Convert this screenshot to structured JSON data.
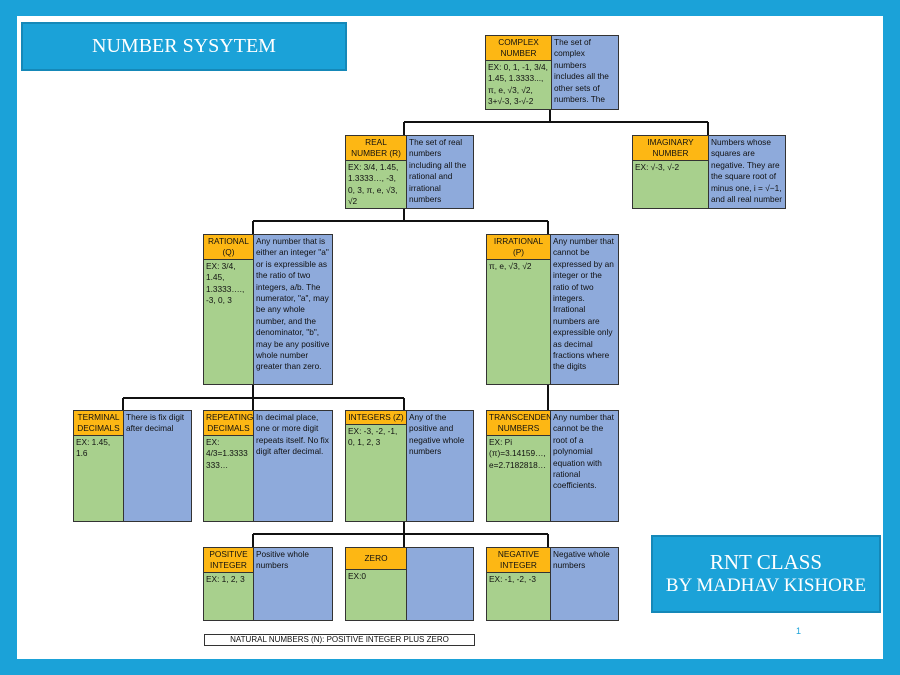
{
  "title": "NUMBER SYSYTEM",
  "credit": {
    "line1": "RNT CLASS",
    "line2": "BY MADHAV KISHORE"
  },
  "page_number": "1",
  "footnote": "NATURAL NUMBERS (N): POSITIVE INTEGER PLUS ZERO",
  "colors": {
    "frame": "#1ba2d8",
    "label": "#fdb714",
    "example": "#a8d08d",
    "description": "#8eaadb"
  },
  "nodes": {
    "complex": {
      "label": "COMPLEX NUMBER",
      "example": "EX: 0, 1, -1, 3/4, 1.45, 1.3333..., π, e, √3, √2, 3+√-3, 3-√-2",
      "description": "The set of complex numbers includes all the other sets of numbers. The"
    },
    "real": {
      "label": "REAL NUMBER (R)",
      "example": "EX: 3/4, 1.45, 1.3333…, -3, 0, 3, π, e, √3, √2",
      "description": "The set of real numbers including all the rational and irrational numbers"
    },
    "imaginary": {
      "label": "IMAGINARY NUMBER",
      "example": "EX: √-3, √-2",
      "description": "Numbers whose squares are negative. They are the square root of minus one, i = √−1, and all real number"
    },
    "rational": {
      "label": "RATIONAL (Q)",
      "example": "EX: 3/4, 1.45, 1.3333…., -3, 0, 3",
      "description": "Any number that is either an integer \"a\" or is expressible as the ratio of two integers, a/b. The numerator, \"a\", may be any whole number, and the denominator, \"b\", may be any positive whole number greater than zero."
    },
    "irrational": {
      "label": "IRRATIONAL (P)",
      "example": "π, e, √3, √2",
      "description": "Any number that cannot be expressed by an integer or the ratio of two integers. Irrational numbers are expressible only as decimal fractions where the digits"
    },
    "terminal": {
      "label": "TERMINAL DECIMALS",
      "example": "EX: 1.45, 1.6",
      "description": "There is fix digit after decimal"
    },
    "repeating": {
      "label": "REPEATING DECIMALS",
      "example": "EX: 4/3=1.3333333…",
      "description": "In decimal place, one or more digit repeats itself. No fix digit after decimal."
    },
    "integers": {
      "label": "INTEGERS (Z)",
      "example": "EX: -3, -2, -1, 0, 1, 2, 3",
      "description": "Any of the positive and negative whole numbers"
    },
    "transcendental": {
      "label": "TRANSCENDENTAL NUMBERS",
      "example": "EX: Pi (π)=3.14159…, e=2.7182818…",
      "description": "Any number that cannot be the root of a polynomial equation with rational coefficients."
    },
    "positive": {
      "label": "POSITIVE INTEGER",
      "example": "EX: 1, 2, 3",
      "description": "Positive whole numbers"
    },
    "zero": {
      "label": "ZERO",
      "example": "EX:0",
      "description": ""
    },
    "negative": {
      "label": "NEGATIVE INTEGER",
      "example": "EX: -1, -2, -3",
      "description": "Negative whole numbers"
    }
  }
}
